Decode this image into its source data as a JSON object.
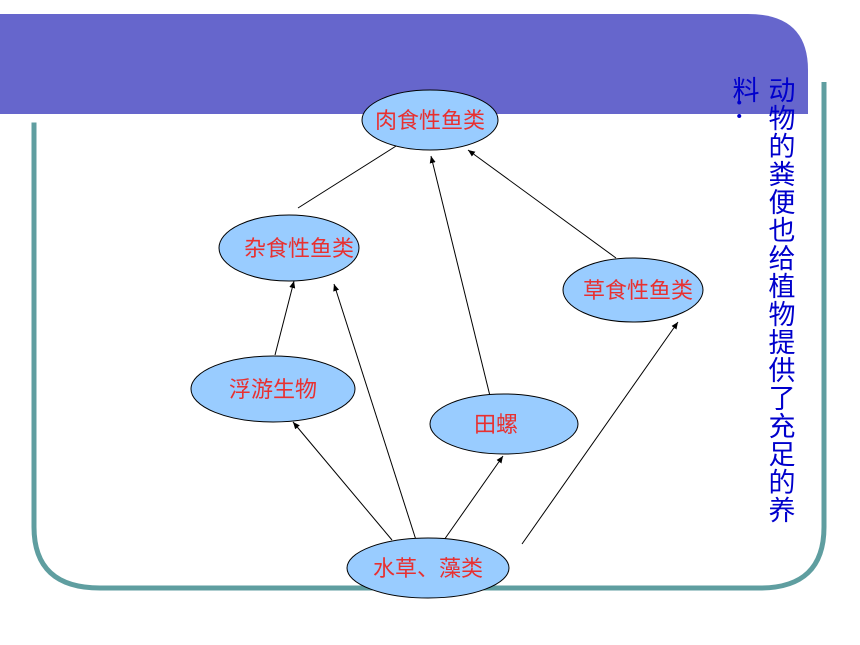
{
  "theme": {
    "header_color": "#6666cc",
    "frame_color": "#5f9ea0",
    "node_fill": "#99ccff",
    "label_color": "#e83030",
    "note_color": "#0000cc"
  },
  "food_web": {
    "nodes": {
      "carnivorous_fish": "肉食性鱼类",
      "omnivorous_fish": "杂食性鱼类",
      "herbivorous_fish": "草食性鱼类",
      "plankton": "浮游生物",
      "river_snail": "田螺",
      "aquatic_plants": "水草、藻类"
    },
    "edges": [
      {
        "from": "aquatic_plants",
        "to": "plankton"
      },
      {
        "from": "aquatic_plants",
        "to": "omnivorous_fish"
      },
      {
        "from": "aquatic_plants",
        "to": "river_snail"
      },
      {
        "from": "aquatic_plants",
        "to": "herbivorous_fish"
      },
      {
        "from": "plankton",
        "to": "omnivorous_fish"
      },
      {
        "from": "omnivorous_fish",
        "to": "carnivorous_fish"
      },
      {
        "from": "river_snail",
        "to": "carnivorous_fish"
      },
      {
        "from": "herbivorous_fish",
        "to": "carnivorous_fish"
      }
    ]
  },
  "side_note": {
    "main_column": "动物的粪便也给植物提供了充足的养",
    "overflow_column": "料："
  }
}
